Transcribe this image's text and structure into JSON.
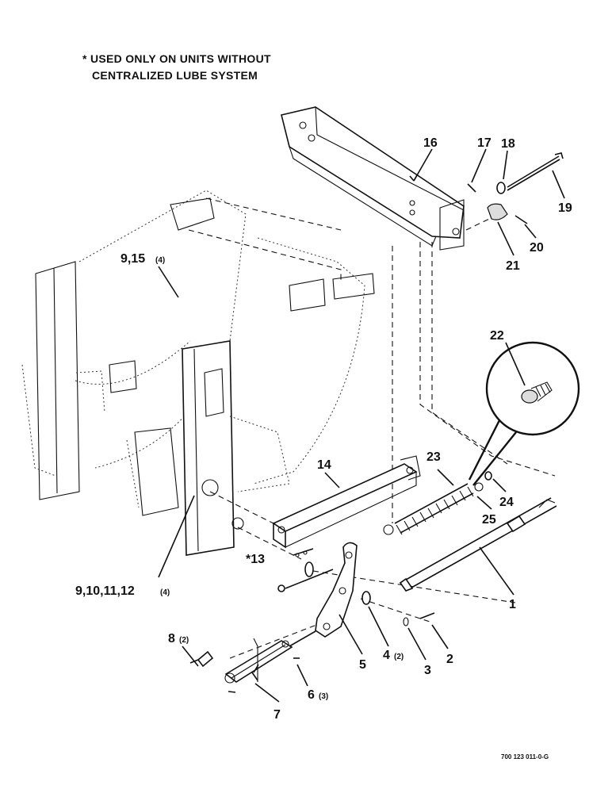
{
  "note": {
    "line1": "* USED ONLY ON UNITS WITHOUT",
    "line2": "CENTRALIZED LUBE SYSTEM"
  },
  "callouts": {
    "c1": "1",
    "c2": "2",
    "c3": "3",
    "c4": "4",
    "c4_qty": "(2)",
    "c5": "5",
    "c6": "6",
    "c6_qty": "(3)",
    "c7": "7",
    "c8": "8",
    "c8_qty": "(2)",
    "c9_15": "9,15",
    "c9_15_qty": "(4)",
    "c9_12": "9,10,11,12",
    "c9_12_qty": "(4)",
    "c13": "*13",
    "c14": "14",
    "c16": "16",
    "c17": "17",
    "c18": "18",
    "c19": "19",
    "c20": "20",
    "c21": "21",
    "c22": "22",
    "c23": "23",
    "c24": "24",
    "c25": "25"
  },
  "reference": "700 123 011-0-G"
}
